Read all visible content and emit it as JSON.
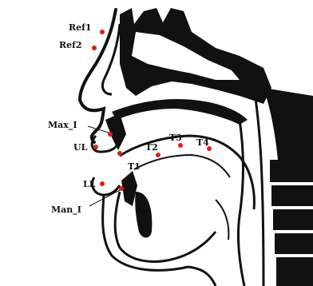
{
  "diagram": {
    "ink_color": "#111111",
    "marker_color": "#e21b1b",
    "sensors": [
      {
        "id": "ref1",
        "label": "Ref1"
      },
      {
        "id": "ref2",
        "label": "Ref2"
      },
      {
        "id": "max-i",
        "label": "Max_I"
      },
      {
        "id": "ul",
        "label": "UL"
      },
      {
        "id": "t1",
        "label": "T1"
      },
      {
        "id": "t2",
        "label": "T2"
      },
      {
        "id": "t3",
        "label": "T3"
      },
      {
        "id": "t4",
        "label": "T4"
      },
      {
        "id": "ll",
        "label": "LL"
      },
      {
        "id": "man-i",
        "label": "Man_I"
      }
    ]
  }
}
